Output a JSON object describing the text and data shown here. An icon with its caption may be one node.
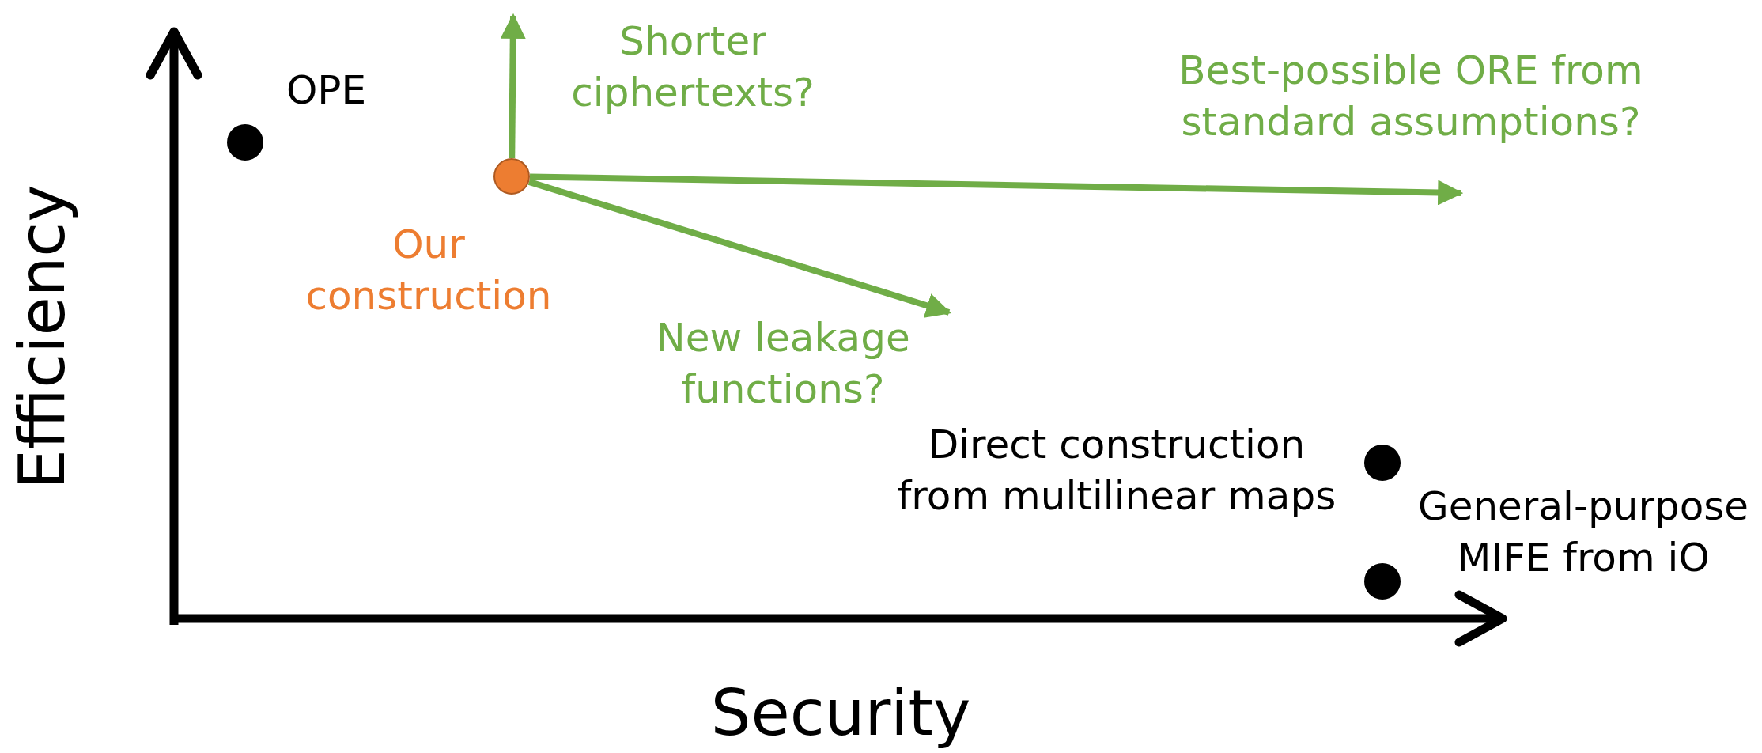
{
  "diagram": {
    "nodes": [
      {
        "text": [],
        "shape": "circle",
        "beside": [
          "OPE"
        ]
      },
      {
        "text": [],
        "shape": "circle",
        "beside": [
          "Our construction"
        ]
      },
      {
        "text": [
          "Shorter ciphertexts?"
        ]
      },
      {
        "text": [
          "Best-possible ORE from standard assumptions?"
        ]
      },
      {
        "text": [
          "New leakage functions?"
        ]
      },
      {
        "text": [],
        "shape": "circle",
        "beside": [
          "Direct construction from multilinear maps"
        ]
      },
      {
        "text": [],
        "shape": "circle",
        "beside": [
          "General-purpose MIFE from iO"
        ]
      }
    ],
    "edges": [
      {
        "from": 1,
        "to": 2,
        "arrow": "to",
        "color": "#70ad47"
      },
      {
        "from": 1,
        "to": 3,
        "arrow": "to",
        "color": "#70ad47"
      },
      {
        "from": 1,
        "to": 4,
        "arrow": "to",
        "color": "#70ad47"
      }
    ],
    "labels": [
      "Efficiency",
      "Security"
    ]
  }
}
